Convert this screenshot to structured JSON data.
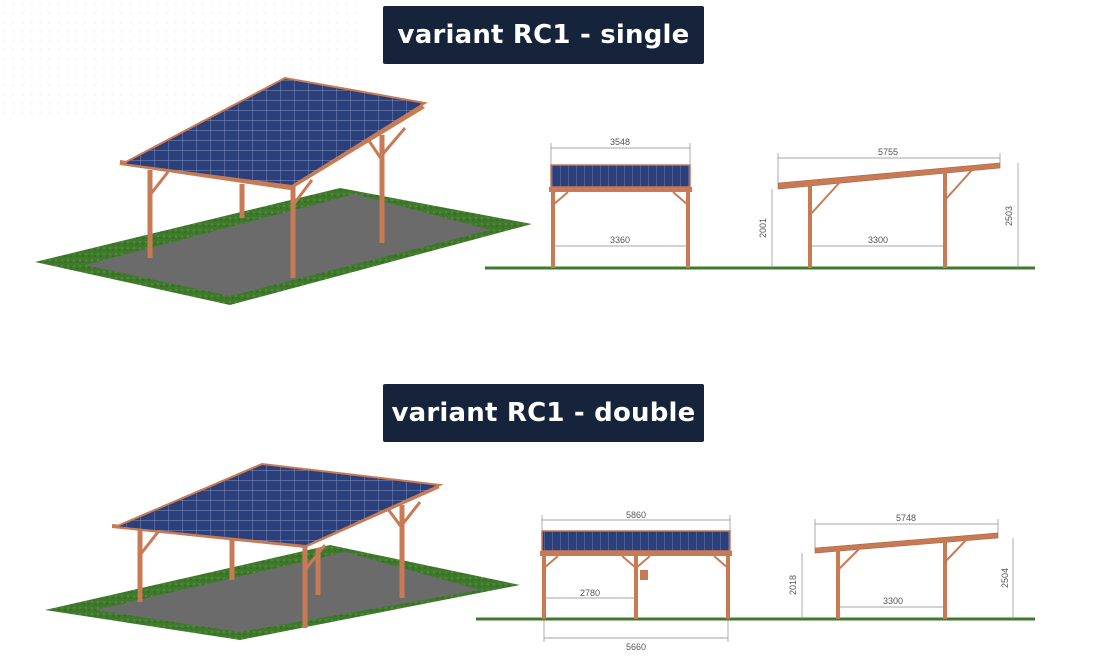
{
  "variants": {
    "single": {
      "title": "variant RC1 - single",
      "front_width_top": "3548",
      "front_width_bottom": "3360",
      "side_length": "5755",
      "side_height_low": "2001",
      "side_height_high": "2503",
      "side_span": "3300"
    },
    "double": {
      "title": "variant RC1 - double",
      "front_width_top": "5860",
      "front_width_mid": "2780",
      "front_width_bottom": "5660",
      "side_length": "5748",
      "side_height_low": "2018",
      "side_height_high": "2504",
      "side_span": "3300"
    }
  },
  "colors": {
    "banner": "#15243a",
    "timber": "#c87a55",
    "panel": "#2b3f7a",
    "grass": "#3f7a2c",
    "asphalt": "#6b6b6b"
  }
}
